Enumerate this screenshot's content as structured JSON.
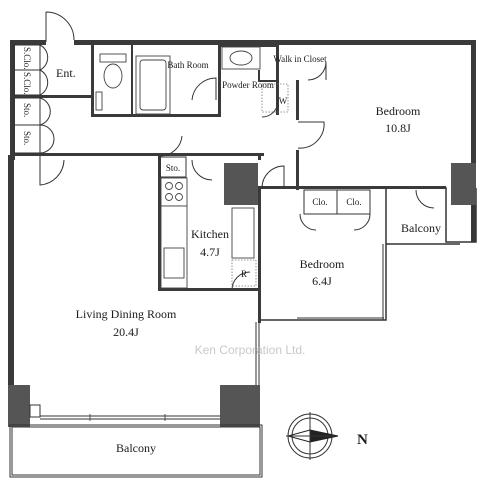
{
  "rooms": {
    "entrance": "Ent.",
    "bath": "Bath Room",
    "powder": "Powder Room",
    "walk_in_closet": "Walk in Closet",
    "washer": "W",
    "bedroom_main": {
      "name": "Bedroom",
      "area": "10.8J"
    },
    "bedroom_second": {
      "name": "Bedroom",
      "area": "6.4J"
    },
    "kitchen": {
      "name": "Kitchen",
      "area": "4.7J"
    },
    "fridge": "R",
    "living": {
      "name": "Living Dining Room",
      "area": "20.4J"
    },
    "balcony_east": "Balcony",
    "balcony_south": "Balcony"
  },
  "storage": {
    "shoe_closet_1": "S.Clo.",
    "shoe_closet_2": "S.Clo.",
    "storage_1": "Sto.",
    "storage_2": "Sto.",
    "kitchen_storage": "Sto.",
    "closet_1": "Clo.",
    "closet_2": "Clo."
  },
  "compass": {
    "north": "N"
  },
  "watermark": "Ken Corporation Ltd."
}
